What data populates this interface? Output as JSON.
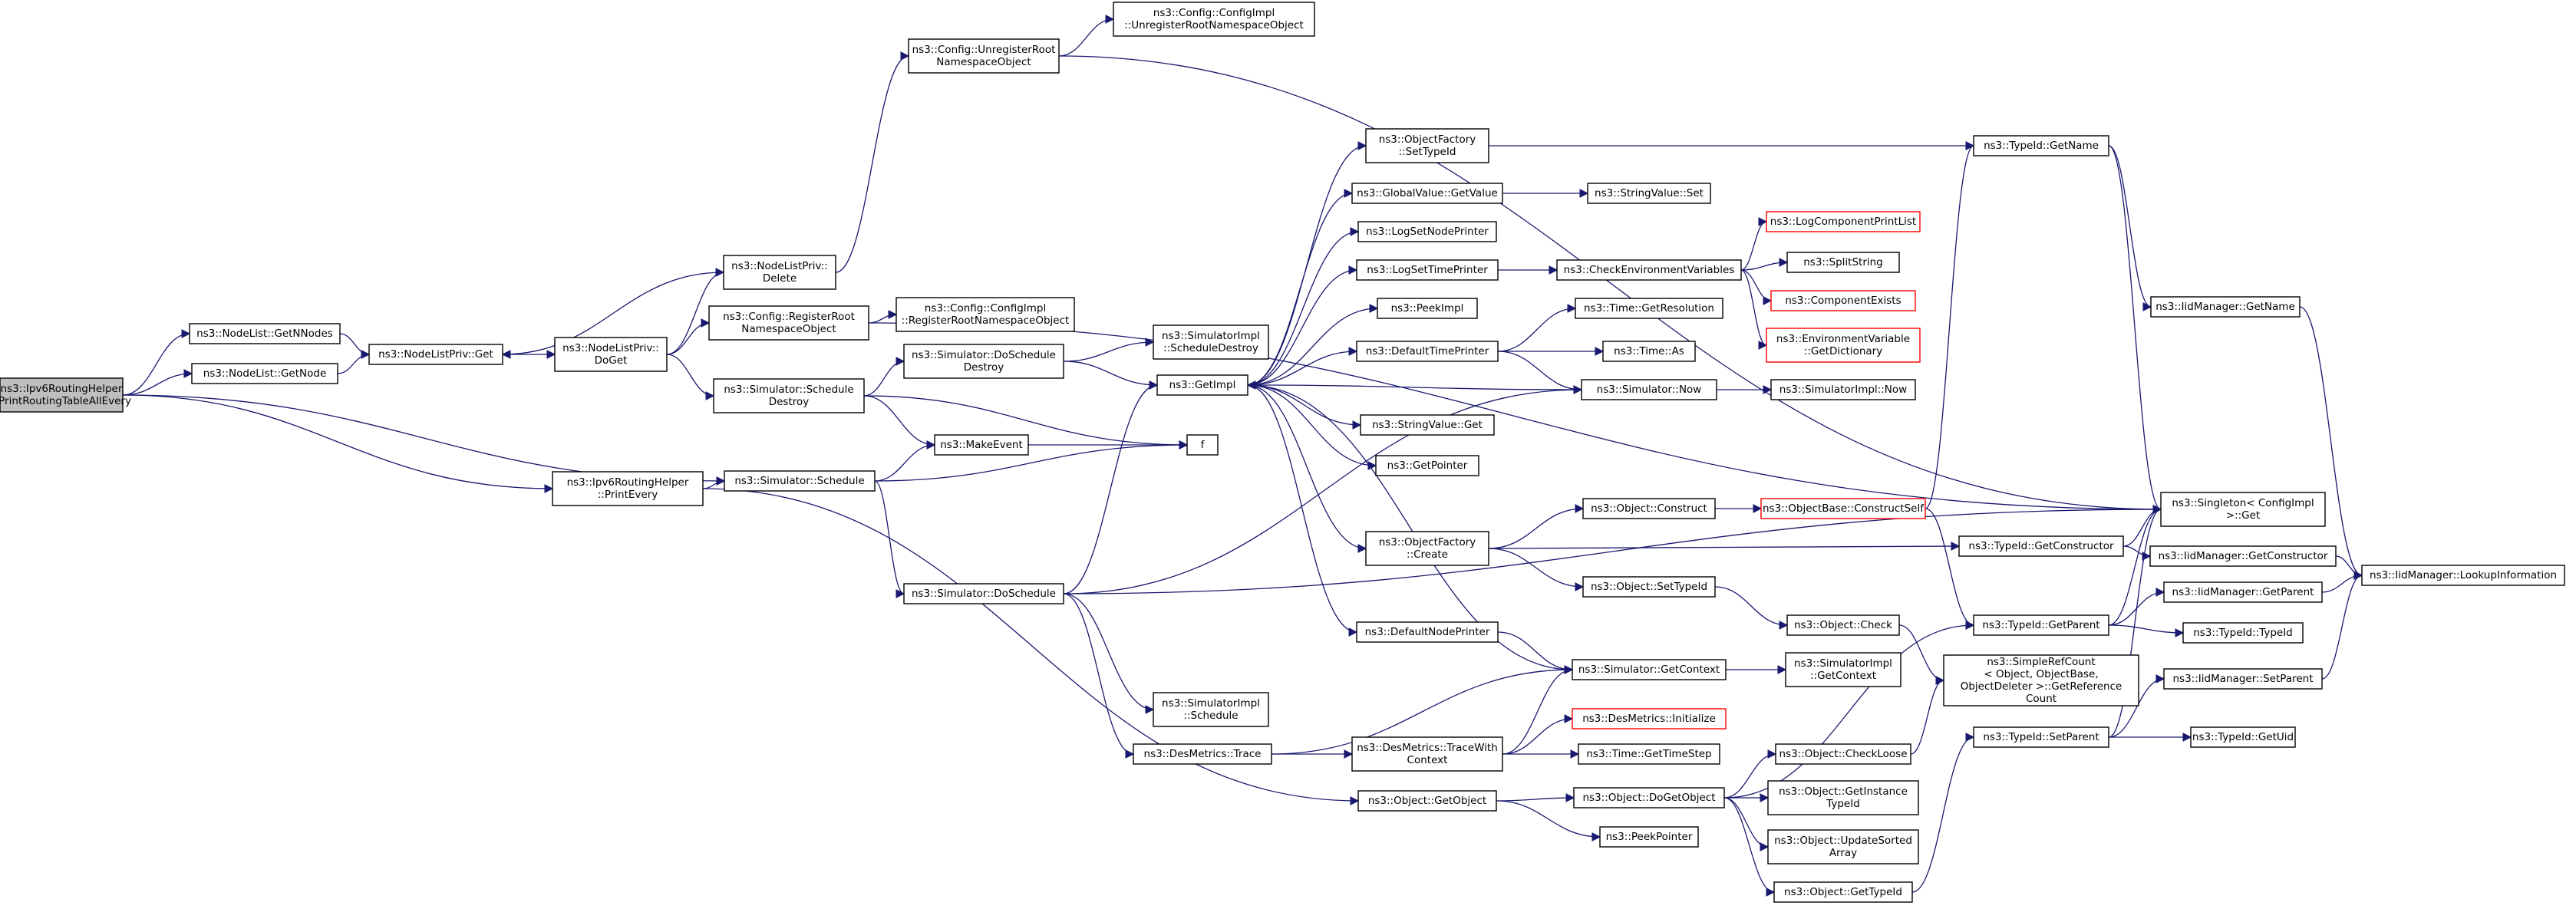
{
  "nodes": [
    {
      "id": "root",
      "lines": [
        "ns3::Ipv6RoutingHelper",
        "::PrintRoutingTableAllEvery"
      ],
      "style": "root"
    },
    {
      "id": "getnnodes",
      "lines": [
        "ns3::NodeList::GetNNodes"
      ]
    },
    {
      "id": "getnode",
      "lines": [
        "ns3::NodeList::GetNode"
      ]
    },
    {
      "id": "nlpget",
      "lines": [
        "ns3::NodeListPriv::Get"
      ]
    },
    {
      "id": "nlpdoget",
      "lines": [
        "ns3::NodeListPriv::",
        "DoGet"
      ]
    },
    {
      "id": "nlpdelete",
      "lines": [
        "ns3::NodeListPriv::",
        "Delete"
      ]
    },
    {
      "id": "unregns",
      "lines": [
        "ns3::Config::UnregisterRoot",
        "NamespaceObject"
      ]
    },
    {
      "id": "implunreg",
      "lines": [
        "ns3::Config::ConfigImpl",
        "::UnregisterRootNamespaceObject"
      ]
    },
    {
      "id": "regns",
      "lines": [
        "ns3::Config::RegisterRoot",
        "NamespaceObject"
      ]
    },
    {
      "id": "implreg",
      "lines": [
        "ns3::Config::ConfigImpl",
        "::RegisterRootNamespaceObject"
      ]
    },
    {
      "id": "schedDestroy",
      "lines": [
        "ns3::Simulator::Schedule",
        "Destroy"
      ]
    },
    {
      "id": "doSchedDestroy",
      "lines": [
        "ns3::Simulator::DoSchedule",
        "Destroy"
      ]
    },
    {
      "id": "simImplSchedDestroy",
      "lines": [
        "ns3::SimulatorImpl",
        "::ScheduleDestroy"
      ]
    },
    {
      "id": "printEvery",
      "lines": [
        "ns3::Ipv6RoutingHelper",
        "::PrintEvery"
      ]
    },
    {
      "id": "schedule",
      "lines": [
        "ns3::Simulator::Schedule"
      ]
    },
    {
      "id": "makeEvent",
      "lines": [
        "ns3::MakeEvent"
      ]
    },
    {
      "id": "f",
      "lines": [
        "f"
      ]
    },
    {
      "id": "doSchedule",
      "lines": [
        "ns3::Simulator::DoSchedule"
      ]
    },
    {
      "id": "getImpl",
      "lines": [
        "ns3::GetImpl"
      ]
    },
    {
      "id": "simImplSchedule",
      "lines": [
        "ns3::SimulatorImpl",
        "::Schedule"
      ]
    },
    {
      "id": "desTrace",
      "lines": [
        "ns3::DesMetrics::Trace"
      ]
    },
    {
      "id": "desTraceWith",
      "lines": [
        "ns3::DesMetrics::TraceWith",
        "Context"
      ]
    },
    {
      "id": "desInit",
      "lines": [
        "ns3::DesMetrics::Initialize"
      ],
      "style": "red"
    },
    {
      "id": "getTimeStep",
      "lines": [
        "ns3::Time::GetTimeStep"
      ]
    },
    {
      "id": "objGetObject",
      "lines": [
        "ns3::Object::GetObject"
      ]
    },
    {
      "id": "peekPointer",
      "lines": [
        "ns3::PeekPointer"
      ]
    },
    {
      "id": "doGetObject",
      "lines": [
        "ns3::Object::DoGetObject"
      ]
    },
    {
      "id": "checkLoose",
      "lines": [
        "ns3::Object::CheckLoose"
      ]
    },
    {
      "id": "getInstTypeId",
      "lines": [
        "ns3::Object::GetInstance",
        "TypeId"
      ]
    },
    {
      "id": "updateSorted",
      "lines": [
        "ns3::Object::UpdateSorted",
        "Array"
      ]
    },
    {
      "id": "objGetTypeId",
      "lines": [
        "ns3::Object::GetTypeId"
      ]
    },
    {
      "id": "ofSetTypeId",
      "lines": [
        "ns3::ObjectFactory",
        "::SetTypeId"
      ]
    },
    {
      "id": "gvGetValue",
      "lines": [
        "ns3::GlobalValue::GetValue"
      ]
    },
    {
      "id": "svSet",
      "lines": [
        "ns3::StringValue::Set"
      ]
    },
    {
      "id": "logNodePrinter",
      "lines": [
        "ns3::LogSetNodePrinter"
      ]
    },
    {
      "id": "logTimePrinter",
      "lines": [
        "ns3::LogSetTimePrinter"
      ]
    },
    {
      "id": "checkEnv",
      "lines": [
        "ns3::CheckEnvironmentVariables"
      ]
    },
    {
      "id": "logCompPrint",
      "lines": [
        "ns3::LogComponentPrintList"
      ],
      "style": "red"
    },
    {
      "id": "splitString",
      "lines": [
        "ns3::SplitString"
      ]
    },
    {
      "id": "compExists",
      "lines": [
        "ns3::ComponentExists"
      ],
      "style": "red"
    },
    {
      "id": "envGetDict",
      "lines": [
        "ns3::EnvironmentVariable",
        "::GetDictionary"
      ],
      "style": "red"
    },
    {
      "id": "peekImpl",
      "lines": [
        "ns3::PeekImpl"
      ]
    },
    {
      "id": "defTimePrinter",
      "lines": [
        "ns3::DefaultTimePrinter"
      ]
    },
    {
      "id": "getResolution",
      "lines": [
        "ns3::Time::GetResolution"
      ]
    },
    {
      "id": "timeAs",
      "lines": [
        "ns3::Time::As"
      ]
    },
    {
      "id": "simNow",
      "lines": [
        "ns3::Simulator::Now"
      ]
    },
    {
      "id": "simImplNow",
      "lines": [
        "ns3::SimulatorImpl::Now"
      ]
    },
    {
      "id": "svGet",
      "lines": [
        "ns3::StringValue::Get"
      ]
    },
    {
      "id": "getPointer",
      "lines": [
        "ns3::GetPointer"
      ]
    },
    {
      "id": "ofCreate",
      "lines": [
        "ns3::ObjectFactory",
        "::Create"
      ]
    },
    {
      "id": "objConstruct",
      "lines": [
        "ns3::Object::Construct"
      ]
    },
    {
      "id": "obConstructSelf",
      "lines": [
        "ns3::ObjectBase::ConstructSelf"
      ],
      "style": "red"
    },
    {
      "id": "objSetTypeId",
      "lines": [
        "ns3::Object::SetTypeId"
      ]
    },
    {
      "id": "objCheck",
      "lines": [
        "ns3::Object::Check"
      ]
    },
    {
      "id": "defNodePrinter",
      "lines": [
        "ns3::DefaultNodePrinter"
      ]
    },
    {
      "id": "simGetContext",
      "lines": [
        "ns3::Simulator::GetContext"
      ]
    },
    {
      "id": "simImplGetContext",
      "lines": [
        "ns3::SimulatorImpl",
        "::GetContext"
      ]
    },
    {
      "id": "simpleRefCount",
      "lines": [
        "ns3::SimpleRefCount",
        "< Object, ObjectBase,",
        "ObjectDeleter >::GetReference",
        "Count"
      ]
    },
    {
      "id": "tidGetName",
      "lines": [
        "ns3::TypeId::GetName"
      ]
    },
    {
      "id": "tidGetConstructor",
      "lines": [
        "ns3::TypeId::GetConstructor"
      ]
    },
    {
      "id": "tidGetParent",
      "lines": [
        "ns3::TypeId::GetParent"
      ]
    },
    {
      "id": "tidSetParent",
      "lines": [
        "ns3::TypeId::SetParent"
      ]
    },
    {
      "id": "iidGetName",
      "lines": [
        "ns3::IidManager::GetName"
      ]
    },
    {
      "id": "singletonGet",
      "lines": [
        "ns3::Singleton< ConfigImpl",
        ">::Get"
      ]
    },
    {
      "id": "iidGetConstructor",
      "lines": [
        "ns3::IidManager::GetConstructor"
      ]
    },
    {
      "id": "iidGetParent",
      "lines": [
        "ns3::IidManager::GetParent"
      ]
    },
    {
      "id": "tidTypeId",
      "lines": [
        "ns3::TypeId::TypeId"
      ]
    },
    {
      "id": "iidSetParent",
      "lines": [
        "ns3::IidManager::SetParent"
      ]
    },
    {
      "id": "tidGetUid",
      "lines": [
        "ns3::TypeId::GetUid"
      ]
    },
    {
      "id": "iidLookup",
      "lines": [
        "ns3::IidManager::LookupInformation"
      ]
    }
  ],
  "edges": [
    [
      "root",
      "getnnodes"
    ],
    [
      "root",
      "getnode"
    ],
    [
      "root",
      "printEvery"
    ],
    [
      "root",
      "schedule"
    ],
    [
      "getnnodes",
      "nlpget"
    ],
    [
      "getnode",
      "nlpget"
    ],
    [
      "nlpget",
      "nlpdoget"
    ],
    [
      "nlpdoget",
      "nlpdelete"
    ],
    [
      "nlpdelete",
      "nlpget"
    ],
    [
      "nlpdelete",
      "unregns"
    ],
    [
      "unregns",
      "implunreg"
    ],
    [
      "unregns",
      "singletonGet"
    ],
    [
      "nlpdoget",
      "regns"
    ],
    [
      "nlpdoget",
      "schedDestroy"
    ],
    [
      "regns",
      "implreg"
    ],
    [
      "regns",
      "singletonGet"
    ],
    [
      "schedDestroy",
      "doSchedDestroy"
    ],
    [
      "schedDestroy",
      "makeEvent"
    ],
    [
      "schedDestroy",
      "f"
    ],
    [
      "doSchedDestroy",
      "simImplSchedDestroy"
    ],
    [
      "doSchedDestroy",
      "getImpl"
    ],
    [
      "printEvery",
      "schedule"
    ],
    [
      "printEvery",
      "objGetObject"
    ],
    [
      "schedule",
      "makeEvent"
    ],
    [
      "schedule",
      "f"
    ],
    [
      "schedule",
      "doSchedule"
    ],
    [
      "makeEvent",
      "f"
    ],
    [
      "doSchedule",
      "getImpl"
    ],
    [
      "doSchedule",
      "simNow"
    ],
    [
      "doSchedule",
      "singletonGet"
    ],
    [
      "doSchedule",
      "simImplSchedule"
    ],
    [
      "doSchedule",
      "desTrace"
    ],
    [
      "desTrace",
      "simGetContext"
    ],
    [
      "desTrace",
      "desTraceWith"
    ],
    [
      "desTraceWith",
      "desInit"
    ],
    [
      "desTraceWith",
      "getTimeStep"
    ],
    [
      "desTraceWith",
      "simGetContext"
    ],
    [
      "objGetObject",
      "doGetObject"
    ],
    [
      "objGetObject",
      "peekPointer"
    ],
    [
      "doGetObject",
      "tidGetParent"
    ],
    [
      "doGetObject",
      "checkLoose"
    ],
    [
      "doGetObject",
      "getInstTypeId"
    ],
    [
      "doGetObject",
      "updateSorted"
    ],
    [
      "doGetObject",
      "objGetTypeId"
    ],
    [
      "checkLoose",
      "simpleRefCount"
    ],
    [
      "objGetTypeId",
      "tidSetParent"
    ],
    [
      "getImpl",
      "ofSetTypeId"
    ],
    [
      "getImpl",
      "gvGetValue"
    ],
    [
      "getImpl",
      "logNodePrinter"
    ],
    [
      "getImpl",
      "logTimePrinter"
    ],
    [
      "getImpl",
      "peekImpl"
    ],
    [
      "getImpl",
      "defTimePrinter"
    ],
    [
      "getImpl",
      "svGet"
    ],
    [
      "getImpl",
      "getPointer"
    ],
    [
      "getImpl",
      "ofCreate"
    ],
    [
      "getImpl",
      "defNodePrinter"
    ],
    [
      "ofSetTypeId",
      "tidGetName"
    ],
    [
      "gvGetValue",
      "svSet"
    ],
    [
      "logTimePrinter",
      "checkEnv"
    ],
    [
      "checkEnv",
      "logCompPrint"
    ],
    [
      "checkEnv",
      "splitString"
    ],
    [
      "checkEnv",
      "compExists"
    ],
    [
      "checkEnv",
      "envGetDict"
    ],
    [
      "defTimePrinter",
      "getResolution"
    ],
    [
      "defTimePrinter",
      "timeAs"
    ],
    [
      "defTimePrinter",
      "simNow"
    ],
    [
      "simNow",
      "getImpl"
    ],
    [
      "simNow",
      "simImplNow"
    ],
    [
      "ofCreate",
      "objConstruct"
    ],
    [
      "ofCreate",
      "tidGetConstructor"
    ],
    [
      "ofCreate",
      "objSetTypeId"
    ],
    [
      "objConstruct",
      "obConstructSelf"
    ],
    [
      "obConstructSelf",
      "tidGetName"
    ],
    [
      "obConstructSelf",
      "tidGetParent"
    ],
    [
      "objSetTypeId",
      "objCheck"
    ],
    [
      "objCheck",
      "simpleRefCount"
    ],
    [
      "defNodePrinter",
      "simGetContext"
    ],
    [
      "simGetContext",
      "getImpl"
    ],
    [
      "simGetContext",
      "simImplGetContext"
    ],
    [
      "tidGetName",
      "iidGetName"
    ],
    [
      "tidGetName",
      "singletonGet"
    ],
    [
      "tidGetConstructor",
      "singletonGet"
    ],
    [
      "tidGetConstructor",
      "iidGetConstructor"
    ],
    [
      "tidGetParent",
      "singletonGet"
    ],
    [
      "tidGetParent",
      "iidGetParent"
    ],
    [
      "tidGetParent",
      "tidTypeId"
    ],
    [
      "tidSetParent",
      "singletonGet"
    ],
    [
      "tidSetParent",
      "iidSetParent"
    ],
    [
      "tidSetParent",
      "tidGetUid"
    ],
    [
      "iidGetName",
      "iidLookup"
    ],
    [
      "iidGetConstructor",
      "iidLookup"
    ],
    [
      "iidGetParent",
      "iidLookup"
    ],
    [
      "iidSetParent",
      "iidLookup"
    ]
  ]
}
